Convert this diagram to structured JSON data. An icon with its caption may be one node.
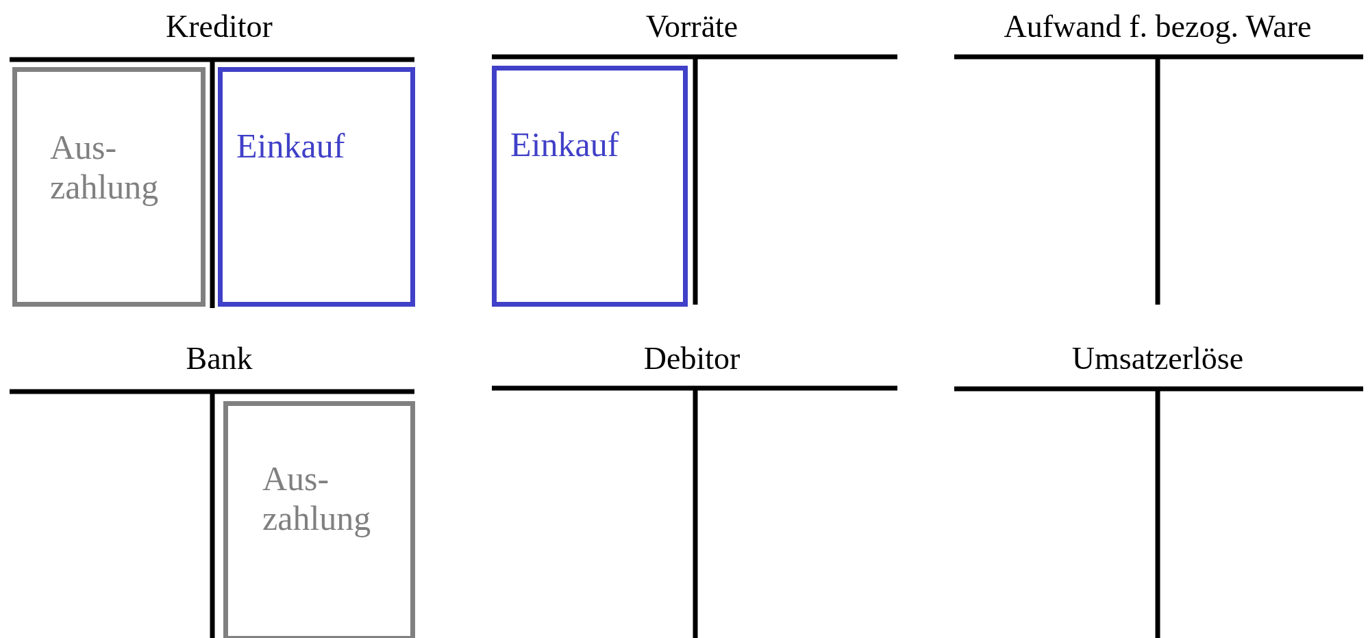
{
  "diagram": {
    "nodes": [
      {
        "text": [
          "Aus- zahlung"
        ]
      },
      {
        "text": [
          "Einkauf"
        ]
      },
      {
        "text": [
          "Einkauf"
        ]
      },
      {
        "text": [
          "Aus- zahlung"
        ]
      }
    ],
    "labels": [
      "Kreditor",
      "Vorräte",
      "Aufwand f. bezog. Ware",
      "Bank",
      "Debitor",
      "Umsatzerlöse"
    ]
  }
}
